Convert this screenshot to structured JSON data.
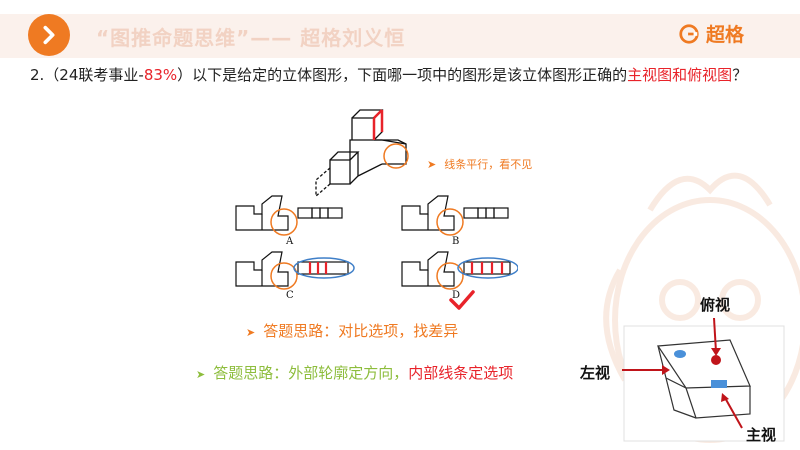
{
  "header": {
    "title": "“图推命题思维”—— 超格刘义恒",
    "brand": "超格",
    "accent": "#ef7a22"
  },
  "question": {
    "number_prefix": "2.（24联考事业-",
    "rate": "83%",
    "text_mid": "）以下是给定的立体图形，下面哪一项中的图形是该立体图形正确的",
    "highlight": "主视图和俯视图",
    "suffix": "？"
  },
  "figure": {
    "annotation": "线条平行，看不见",
    "options": [
      "A",
      "B",
      "C",
      "D"
    ],
    "correct": "D"
  },
  "thoughts": {
    "line1": "答题思路：对比选项，找差异",
    "line2_a": "答题思路：外部轮廓定方向，",
    "line2_b": "内部线条定选项"
  },
  "view_diagram": {
    "top_label": "俯视",
    "left_label": "左视",
    "front_label": "主视"
  }
}
